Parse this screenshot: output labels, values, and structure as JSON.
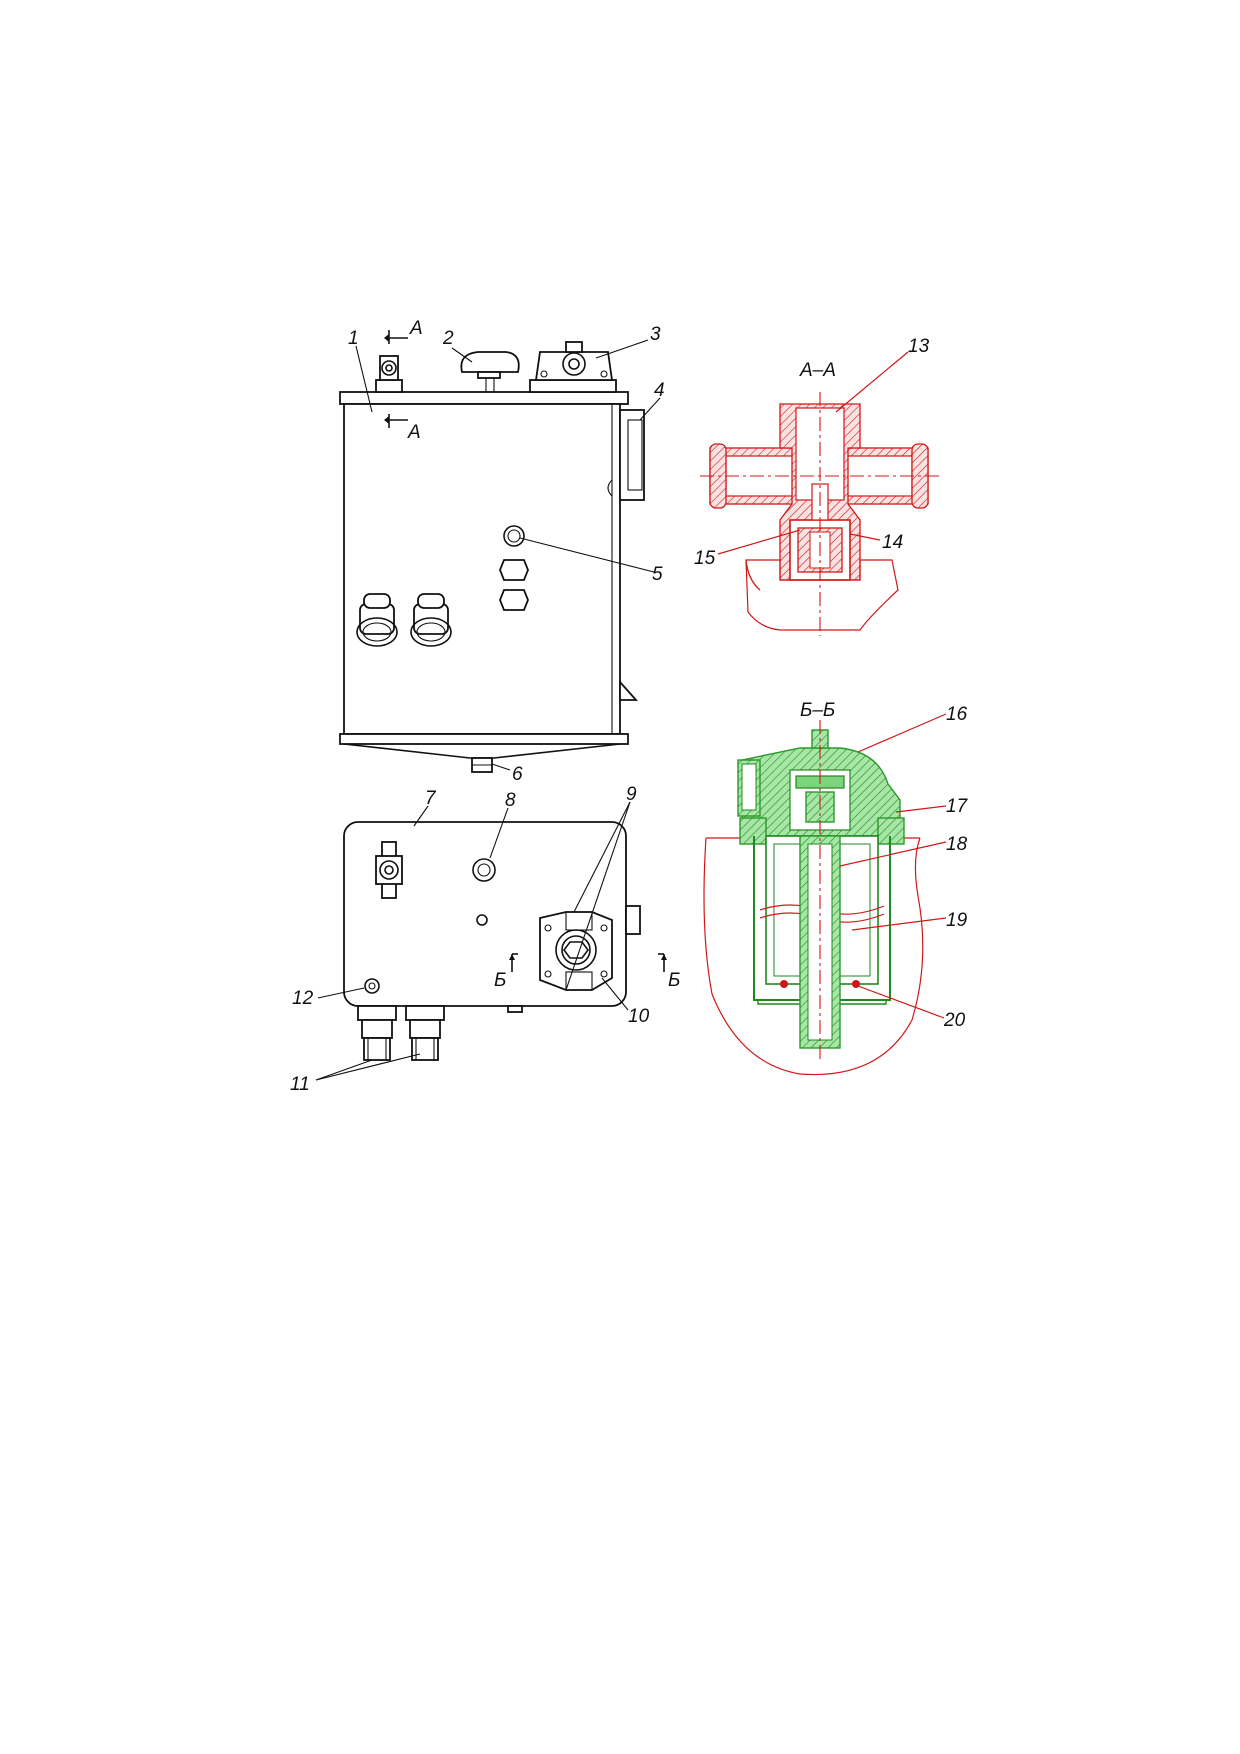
{
  "colors": {
    "line": "#111111",
    "section_a_hatch": "#d01818",
    "section_b_hatch": "#2a9a2a",
    "section_b_fill": "#7ed37e",
    "background": "#ffffff"
  },
  "section_marks": {
    "a_top": "А",
    "a_bottom": "А",
    "b_left": "Б",
    "b_right": "Б"
  },
  "section_titles": {
    "a": "А–А",
    "b": "Б–Б"
  },
  "callouts": {
    "c1": "1",
    "c2": "2",
    "c3": "3",
    "c4": "4",
    "c5": "5",
    "c6": "6",
    "c7": "7",
    "c8": "8",
    "c9": "9",
    "c10": "10",
    "c11": "11",
    "c12": "12",
    "c13": "13",
    "c14": "14",
    "c15": "15",
    "c16": "16",
    "c17": "17",
    "c18": "18",
    "c19": "19",
    "c20": "20"
  }
}
